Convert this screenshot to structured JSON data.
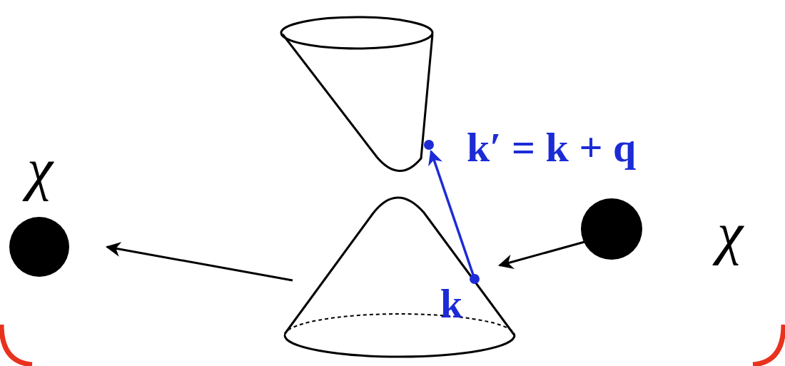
{
  "diagram": {
    "labels": [
      "χ",
      "k′ = k + q",
      "k",
      "χ"
    ]
  }
}
